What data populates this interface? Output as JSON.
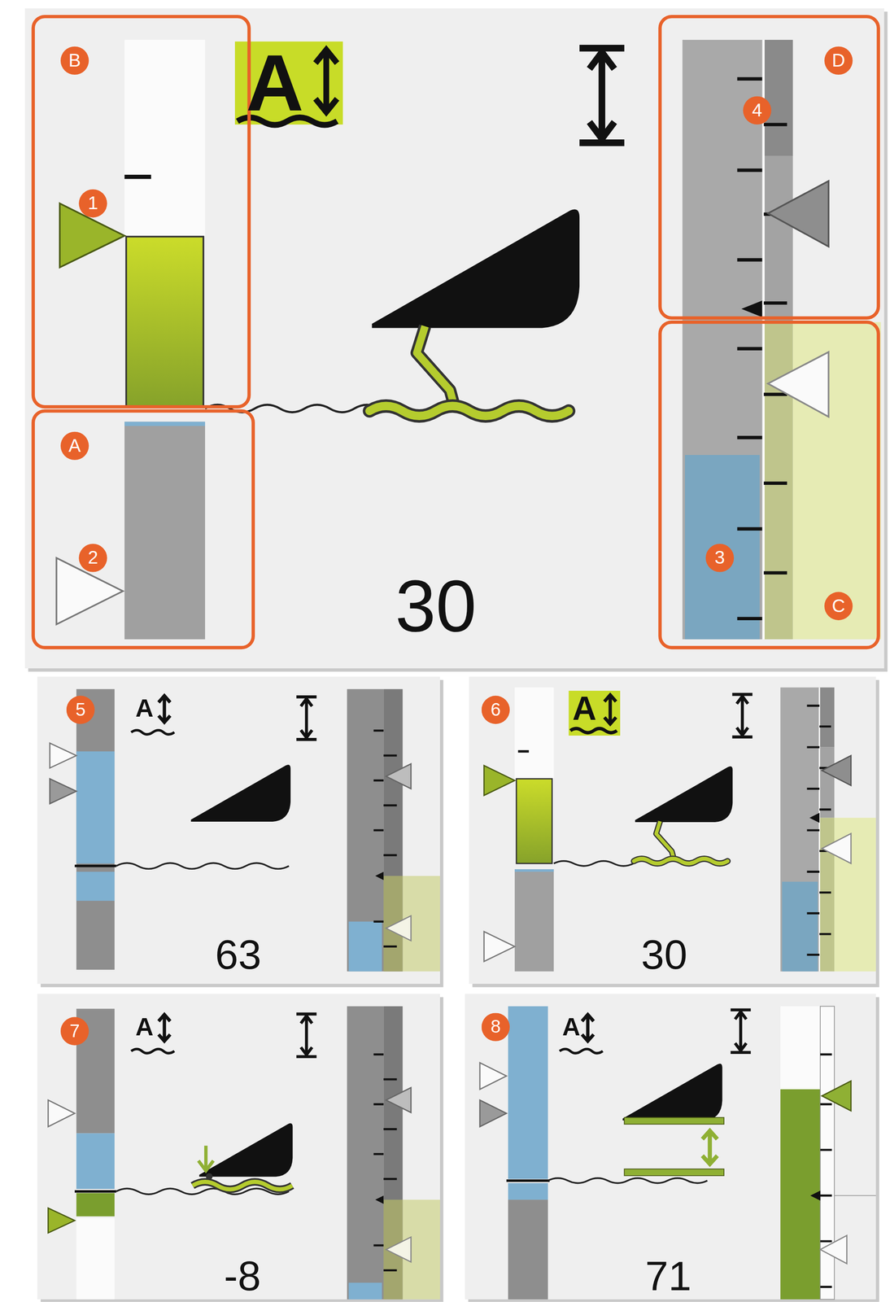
{
  "diagram": {
    "labels": [
      "B",
      "A",
      "D",
      "4",
      "1",
      "A",
      "2",
      "3",
      "30",
      "C",
      "5",
      "A",
      "6",
      "A",
      "63",
      "30",
      "7",
      "A",
      "8",
      "A",
      "-8",
      "71"
    ]
  }
}
